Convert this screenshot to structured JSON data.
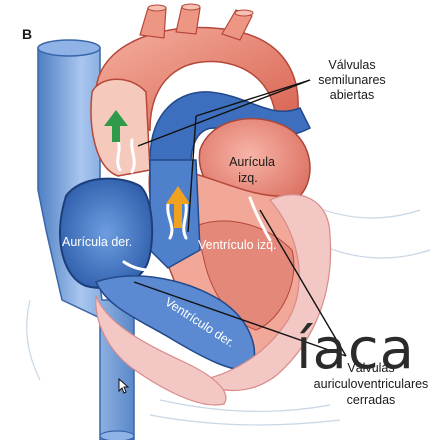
{
  "figure": {
    "panel_letter": "B",
    "background_word": "íaca"
  },
  "labels": {
    "semilunar": [
      "Válvulas",
      "semilunares",
      "abiertas"
    ],
    "av": [
      "Válvulas",
      "auriculoventriculares",
      "cerradas"
    ],
    "left_atrium": [
      "Aurícula",
      "izq."
    ],
    "right_atrium": "Aurícula der.",
    "left_ventricle": "Ventrículo izq.",
    "right_ventricle": "Ventrículo der."
  },
  "colors": {
    "vein_blue": "#6f9fd8",
    "deep_blue": "#2a5fb0",
    "aorta_red": "#e8826e",
    "muscle_pink": "#f3c7c4",
    "flow_green": "#2e9a4a",
    "flow_orange": "#f0a11e"
  }
}
